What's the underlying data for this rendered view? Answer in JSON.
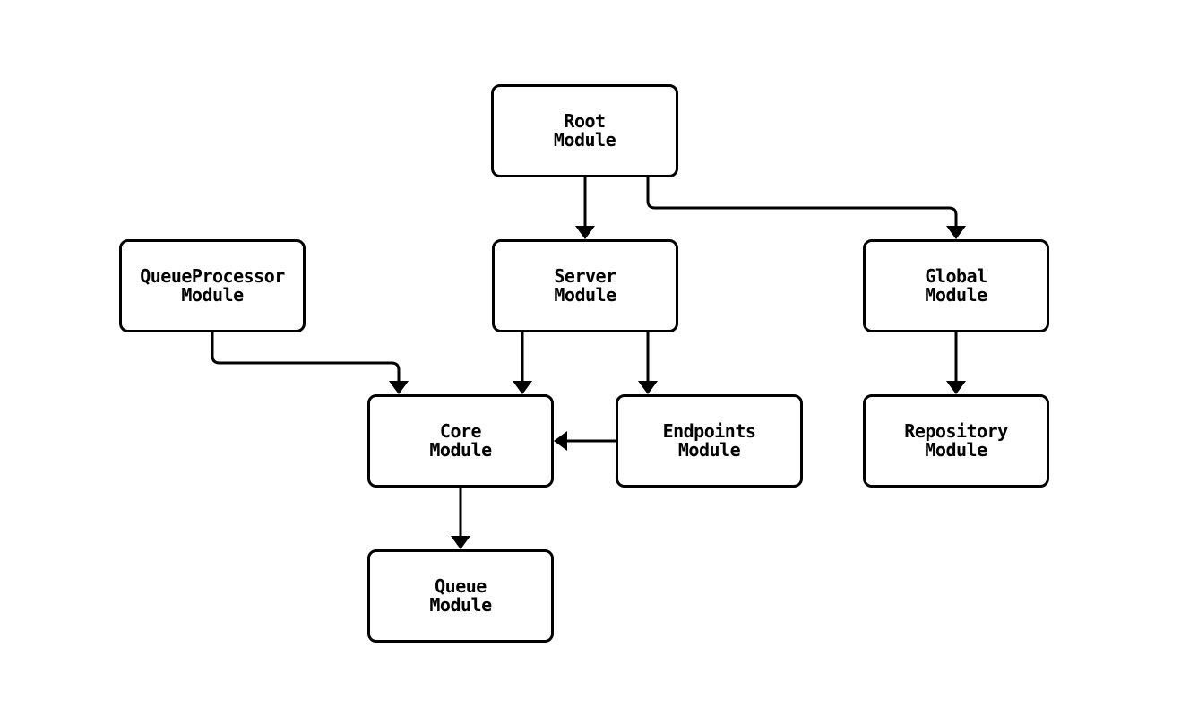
{
  "diagram": {
    "type": "module-dependency-flowchart",
    "background_color": "#ffffff",
    "node_fill_color": "#ffffff",
    "node_border_color": "#000000",
    "edge_color": "#000000",
    "text_color": "#000000",
    "nodes": {
      "root": {
        "label": "Root\nModule"
      },
      "queue_processor": {
        "label": "QueueProcessor\nModule"
      },
      "server": {
        "label": "Server\nModule"
      },
      "global": {
        "label": "Global\nModule"
      },
      "core": {
        "label": "Core\nModule"
      },
      "endpoints": {
        "label": "Endpoints\nModule"
      },
      "repository": {
        "label": "Repository\nModule"
      },
      "queue": {
        "label": "Queue\nModule"
      }
    },
    "edges": [
      {
        "from": "Root Module",
        "to": "Server Module"
      },
      {
        "from": "Root Module",
        "to": "Global Module"
      },
      {
        "from": "QueueProcessor Module",
        "to": "Core Module"
      },
      {
        "from": "Server Module",
        "to": "Core Module"
      },
      {
        "from": "Server Module",
        "to": "Endpoints Module"
      },
      {
        "from": "Endpoints Module",
        "to": "Core Module"
      },
      {
        "from": "Core Module",
        "to": "Queue Module"
      },
      {
        "from": "Global Module",
        "to": "Repository Module"
      }
    ]
  }
}
